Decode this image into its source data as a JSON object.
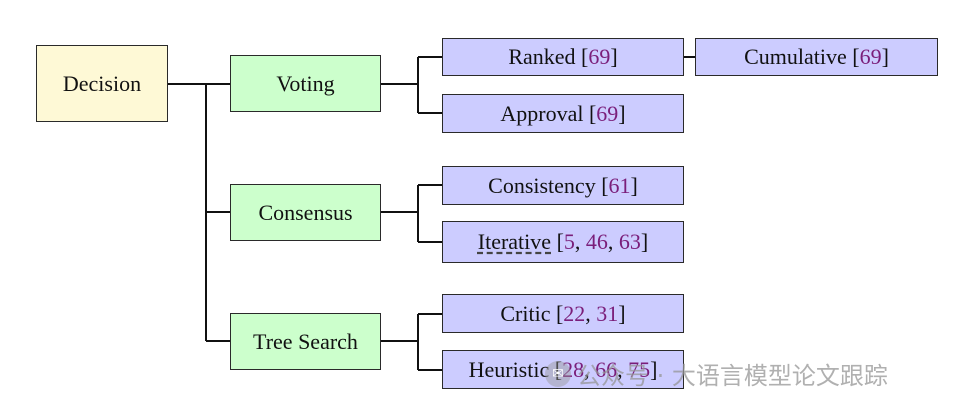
{
  "root": {
    "label": "Decision"
  },
  "categories": [
    {
      "label": "Voting",
      "methods": [
        {
          "name": "Ranked",
          "refs": [
            "69"
          ]
        },
        {
          "name": "Approval",
          "refs": [
            "69"
          ]
        }
      ],
      "extension": {
        "name": "Cumulative",
        "refs": [
          "69"
        ]
      }
    },
    {
      "label": "Consensus",
      "methods": [
        {
          "name": "Consistency",
          "refs": [
            "61"
          ]
        },
        {
          "name": "Iterative",
          "refs": [
            "5",
            "46",
            "63"
          ]
        }
      ]
    },
    {
      "label": "Tree Search",
      "methods": [
        {
          "name": "Critic",
          "refs": [
            "22",
            "31"
          ]
        },
        {
          "name": "Heuristic",
          "refs": [
            "28",
            "66",
            "75"
          ]
        }
      ]
    }
  ],
  "watermark": {
    "icon": "wechat-icon",
    "text": "公众号 · 大语言模型论文跟踪"
  }
}
